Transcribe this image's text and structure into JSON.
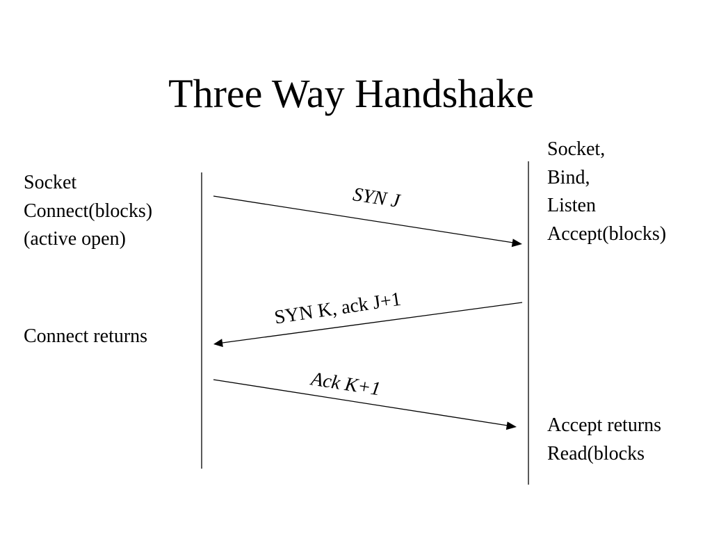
{
  "title": "Three Way Handshake",
  "client": {
    "setup_lines": [
      "Socket",
      "Connect(blocks)",
      "(active open)"
    ],
    "return_line": "Connect returns"
  },
  "server": {
    "setup_lines": [
      "Socket,",
      "Bind,",
      "Listen",
      "Accept(blocks)"
    ],
    "return_lines": [
      "Accept returns",
      "Read(blocks"
    ]
  },
  "messages": [
    {
      "label": "SYN J",
      "direction": "client-to-server",
      "italic": true
    },
    {
      "label": "SYN K, ack J+1",
      "direction": "server-to-client",
      "italic": false
    },
    {
      "label": "Ack K+1",
      "direction": "client-to-server",
      "italic": true
    }
  ]
}
